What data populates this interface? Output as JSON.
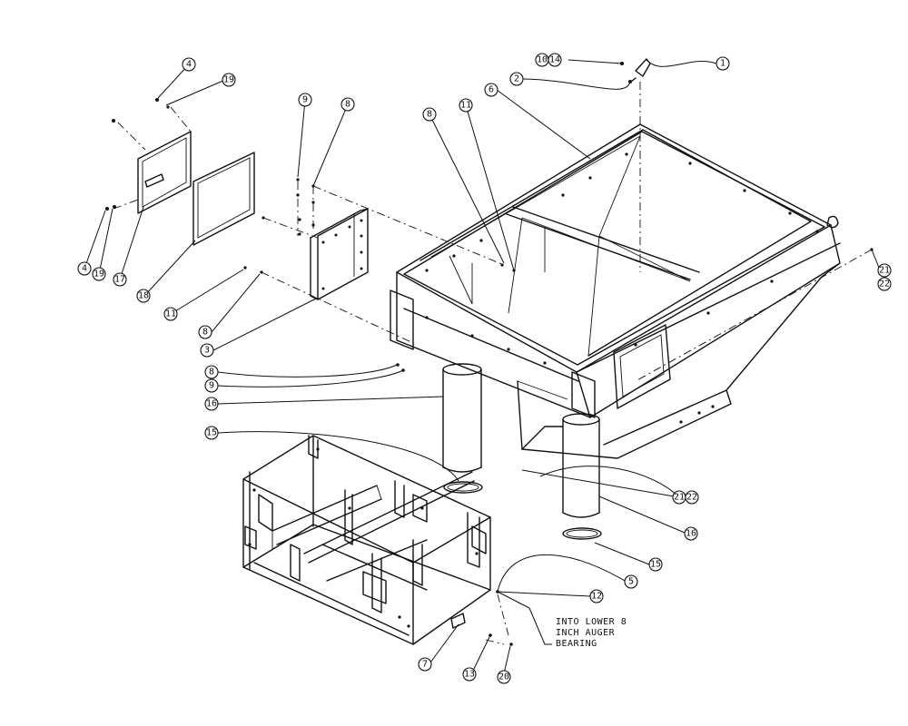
{
  "callouts": [
    {
      "id": "c1",
      "label": "1"
    },
    {
      "id": "c2",
      "label": "2"
    },
    {
      "id": "c3",
      "label": "3"
    },
    {
      "id": "c4a",
      "label": "4"
    },
    {
      "id": "c4b",
      "label": "4"
    },
    {
      "id": "c5",
      "label": "5"
    },
    {
      "id": "c6",
      "label": "6"
    },
    {
      "id": "c7",
      "label": "7"
    },
    {
      "id": "c8a",
      "label": "8"
    },
    {
      "id": "c8b",
      "label": "8"
    },
    {
      "id": "c8c",
      "label": "8"
    },
    {
      "id": "c8d",
      "label": "8"
    },
    {
      "id": "c9a",
      "label": "9"
    },
    {
      "id": "c9b",
      "label": "9"
    },
    {
      "id": "c10",
      "label": "10"
    },
    {
      "id": "c14",
      "label": "14"
    },
    {
      "id": "c11a",
      "label": "11"
    },
    {
      "id": "c11b",
      "label": "11"
    },
    {
      "id": "c12",
      "label": "12"
    },
    {
      "id": "c13",
      "label": "13"
    },
    {
      "id": "c15a",
      "label": "15"
    },
    {
      "id": "c15b",
      "label": "15"
    },
    {
      "id": "c16a",
      "label": "16"
    },
    {
      "id": "c16b",
      "label": "16"
    },
    {
      "id": "c17",
      "label": "17"
    },
    {
      "id": "c18",
      "label": "18"
    },
    {
      "id": "c19a",
      "label": "19"
    },
    {
      "id": "c19b",
      "label": "19"
    },
    {
      "id": "c20",
      "label": "20"
    },
    {
      "id": "c21a",
      "label": "21"
    },
    {
      "id": "c22a",
      "label": "22"
    },
    {
      "id": "c21b",
      "label": "21"
    },
    {
      "id": "c22b",
      "label": "22"
    }
  ],
  "note": {
    "line1": "INTO LOWER 8",
    "line2": "INCH AUGER",
    "line3": "BEARING"
  }
}
